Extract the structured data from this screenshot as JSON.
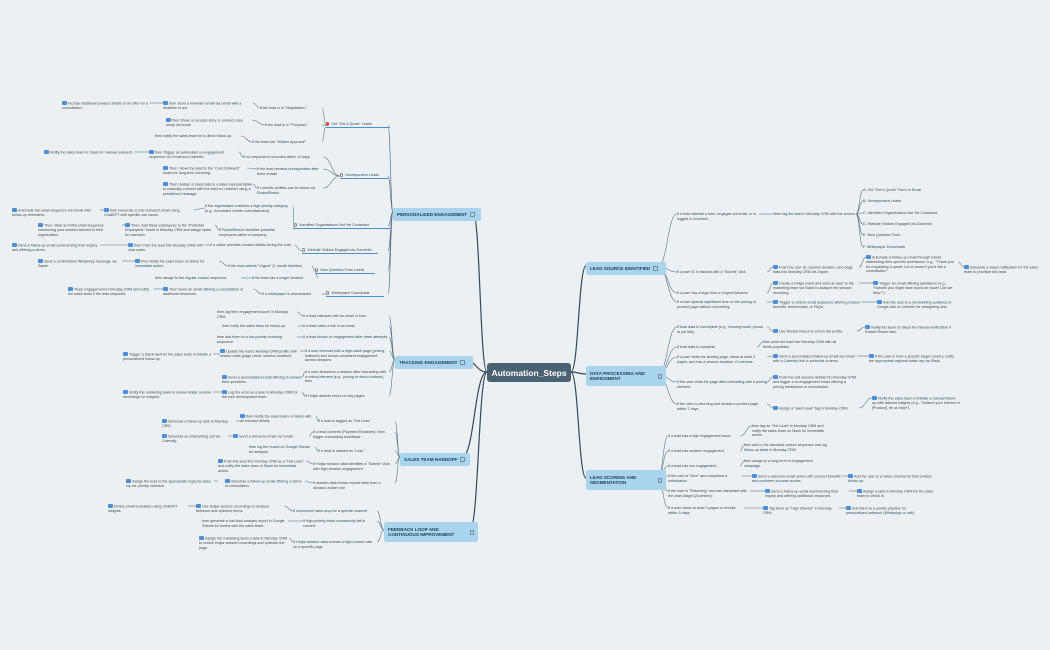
{
  "root": {
    "label": "Automation_Steps"
  },
  "branches": {
    "personalized": "PERSONALIZED ENGAGEMENT",
    "tracking": "TRACKING ENGAGEMENT",
    "handoff": "SALES TEAM HANDOFF",
    "feedback": "FEEDBACK LOOP AND CONTINUOUS IMPROVEMENT",
    "lead_source": "LEAD SOURCE IDENTIFIED",
    "processing": "DATA PROCESSING AND ENRICHMENT",
    "scoring": "LEAD SCORING AND SEGMENTATION"
  },
  "left": {
    "old_quote_leads": "Old \"Get a Quote\" Leads",
    "p1_cond": "If the lead is in \"Negotiation,\"",
    "p1_then": "then  Send a reminder email via Gmail with a deadline to act.",
    "p1_res": "Include additional product details or an offer for a consultation.",
    "p2_cond": "If the lead is in \"Proposal,\"",
    "p2_then": "then  Share a success story or product case study via email.",
    "p3_cond": "If the lead has \"Written Approval\"",
    "p3_then": "then notify the sales team for a direct follow-up.",
    "unresponsive": "Unresponsive Leads",
    "u1_cond": "If no response is recorded within 14 days",
    "u1_then": "then  Trigger an automated re-engagement sequence via Gmail and LinkedIn.",
    "u1_res": "Notify the sales team in Slack for manual outreach.",
    "u2_cond": "If the lead remains unresponsive after three emails",
    "u2_then": "Then: Move the lead to the \"Cold Outreach\" board for long-term nurturing.",
    "u3_cond": "If LinkedIn profiles can be found via RocketReach.",
    "u3_then": "Then: Assign a Slack task to a sales representative to manually connect with the lead on LinkedIn using a predefined message.",
    "identified_orgs": "Identified Organizations Not Yet Contacted",
    "o1_cond": "If the organization matches a high-priority category (e.g., annotated vehicle manufacturers)",
    "o1_then": "then  Generate a cold outreach email using ChatGPT with specific use cases.",
    "o1_res": "Automate the email sequence via Gmail with follow-up reminders.",
    "o2_cond": "If  RocketReach identifies potential employees within a company,",
    "o2_then": "Then: Add these employees to the \"Potential Employees\" board in Monday CRM and assign tasks for outreach.",
    "o2_res": "Then: Start an initial email sequence introducing your solution tailored to their organization.",
    "website_visitors": "Website Visitors Engaged via Zoominfo",
    "w1_cond": "If a visitor provides contact details during the chat",
    "w1_then": "then  Push the lead into Monday CRM with chat notes.",
    "w1_res": "Send a follow-up email summarizing their inquiry and offering a demo.",
    "new_question": "New Question Form Leads",
    "q1_cond": "If the lead selects \"Urgent\" (1 month timeline)",
    "q1_then": "then  Notify the sales team on Slack for immediate action.",
    "q1_res": "Send a confirmation WhatsApp message via Zapier.",
    "q2_cond": "If the lead has a longer timeline",
    "q2_then": "then assign to the regular nurture sequence.",
    "whitepaper": "Whitepaper Downloads",
    "wp_cond": "If a whitepaper is downloaded",
    "wp_then": "Then  Send an email offering a consultation or additional resources.",
    "wp_res": "Track engagement in Monday CRM and notify the sales team if the lead responds.",
    "t1_cond": "If a lead interacts with an email or form",
    "t1_then": "then log their engagement score in Monday CRM.",
    "t2_cond": "If a lead clicks a link in an email",
    "t2_then": "then notify the sales team for follow-up.",
    "t3_cond": "If a lead shows no engagement after three attempts",
    "t3_then": "then add them to a low-priority nurturing sequence.",
    "t4_cond": "If a user interacts with a high-value page (pricing, features) and shows consistent engagement across sessions",
    "t4_then": "Update the lead's Monday CRM profile with session data (page count, session duration).",
    "t4_res": "Trigger a Slack alert for the sales team to initiate a personalized follow-up.",
    "t5_cond": "If a user abandons a session after interacting with a critical element (e.g., pricing or demo buttons), then",
    "t5_then": "Send a personalized email offering to answer their questions.",
    "t6_cond": "If Hotjar detects errors on key pages",
    "t6_then": "Log the error as a task in Monday CRM for the web development team.",
    "t6_res": "Notify the marketing team to review Hotjar session recordings for insights.",
    "h1_cond": "If a lead is tagged as \"Hot Lead,\"",
    "h1_then": "then  Notify the sales team on Slack with all relevant details.",
    "h1_res": "Schedule a follow-up task in Monday CRM.",
    "h2_cond": "If a lead converts (Payment Received), then trigger onboarding workflows:",
    "h2_then": "Send a welcome email via Gmail.",
    "h2_res": "Schedule an onboarding call via Calendly.",
    "h3_cond": "If a deal is marked as \"Lost,\"",
    "h3_then": "then log the reason in Google Sheets for analysis.",
    "h4_cond": "If Hotjar session data identifies a \"Submit\" click with high session engagement",
    "h4_then": "Push the lead into Monday CRM as a \"Hot Lead\" and notify the sales team in Slack for immediate action.",
    "h4_res": "Assign the lead to the appropriate regional sales rep for priority outreach.",
    "h5_cond": "If session data shows repeat visits from a decision-maker role",
    "h5_then": "Schedule a follow-up email offering a demo or consultation.",
    "f1_cond": "If conversion rates drop for a specific channel",
    "f1_then": "Use Hotjar session recordings to analyze behavior and optimize forms.",
    "f1_res": "Refine email templates using ChatGPT insights.",
    "f2_cond": "If high-priority leads consistently fail to convert",
    "f2_then": "then generate a lost-lead analysis report in Google Sheets for review with the sales team.",
    "f3_cond": "If Hotjar session data reveals a high bounce rate on a specific page",
    "f3_then": "Assign the marketing team a task in Monday CRM to review Hotjar session recordings and optimize the page."
  },
  "right": {
    "ls1_cond": "If a lead submits a form, engages via email, or is logged in Zoominfo",
    "ls1_then": "then tag the lead in Monday CRM with the source:",
    "src_a": "A. Old \"Get a Quote\" Form or Email",
    "src_b": "B. Unresponsive Leads",
    "src_c": "C. Identified Organizations Not Yet Contacted",
    "src_d": "D. Website Visitors Engaged via Zoominfo",
    "src_e": "E. New Question Form",
    "src_f": "F. Whitepaper Downloads",
    "ls2_cond": "If a user ID is tracked with a \"Submit\" click",
    "ls2_then": "Push the user ID, session duration, and page data into Monday CRM via Zapier.",
    "ls2_res": "Automate a follow-up email through Gmail, addressing their specific submission; e.g., \"Thank you for requesting a quote! Let us know if you'd like a consultation.\"",
    "ls2_res2": "Schedule a Slack notification for the sales team to prioritize this lead.",
    "ls3_cond": "If a user has a tags click or Urgent behavior",
    "ls3_then": "Create a Hotjar event and send an alert to the marketing team via Slack to analyze the session recording.",
    "ls3_res": "Trigger an email offering assistance (e.g., \"Noticed you might have found an issue! Can we help?\").",
    "ls4_cond": "If a user spends significant time on the pricing or product page without converting,",
    "ls4_then": "Trigger a nurture email sequence offering product benefits, testimonials, or FAQs.",
    "ls4_res": "Add the user to a remarketing audience in Google Ads or LinkedIn for retargeting ads.",
    "dp1_cond": "If lead data is incomplete (e.g., missing email, phone, or job title),",
    "dp1_then": "Use Rocket Reach to enrich the profile.",
    "dp1_res": "Notify the team on Slack for manual verification if Rocket Reach fails.",
    "dp2_cond": "If lead data is complete",
    "dp2_then": "then push the lead into Monday CRM with all fields populated.",
    "dp3_cond": "If a user visits the landing page, views at least 3 pages, and has a session duration >2 minutes:",
    "dp3_then": "Send a personalized follow-up email via Gmail with a Calendly link to schedule a demo.",
    "dp3_res": "If the user is from a specific target country, notify the appropriate regional sales rep via Slack.",
    "dp4_cond": "If the user visits the page after interacting with a pricing element",
    "dp4_then": "Push the exit session details into Monday CRM and trigger a re-engagement email offering a pricing breakdown or consultation.",
    "dp5_cond": "If the user is returning and revisits a product page within 7 days",
    "dp5_then": "Assign a \"warm lead\" tag in Monday CRM.",
    "dp5_res": "Notify the sales team to initiate a manual follow-up with tailored insights (e.g., \"Noticed your interest in [Product], let us help!\").",
    "sc1_cond": "If a lead has a high engagement score",
    "sc1_then": "then tag as \"Hot Lead\" in Monday CRM and notify the sales team on Slack for immediate action.",
    "sc2_cond": "If a lead has medium engagement",
    "sc2_then": "then add to the standard nurture sequence and log follow-up tasks in Monday CRM.",
    "sc3_cond": "If a lead has low engagement",
    "sc3_then": "then assign to a long-term re-engagement campaign.",
    "sc4_cond": "If the user is \"New\" and completes a submission:",
    "sc4_then": "Send a welcome email series with product benefits and customer success stories.",
    "sc4_res": "Add the user to a Slack channel for first-contact follow-up.",
    "sc5_cond": "If the user is \"Returning\" and has interacted with the chat widget (Zoominfo):",
    "sc5_then": "Send a follow-up email summarizing their inquiry and offering additional resources.",
    "sc5_res": "Assign a task in Monday CRM for the sales team to check in.",
    "sc6_cond": "If a user views at least 3 pages or revisits within 3 days,",
    "sc6_then": "Tag them as \"High Interest\" in Monday CRM.",
    "sc6_res": "Add them to a priority pipeline for personalized outreach (WhatsApp or call)."
  }
}
